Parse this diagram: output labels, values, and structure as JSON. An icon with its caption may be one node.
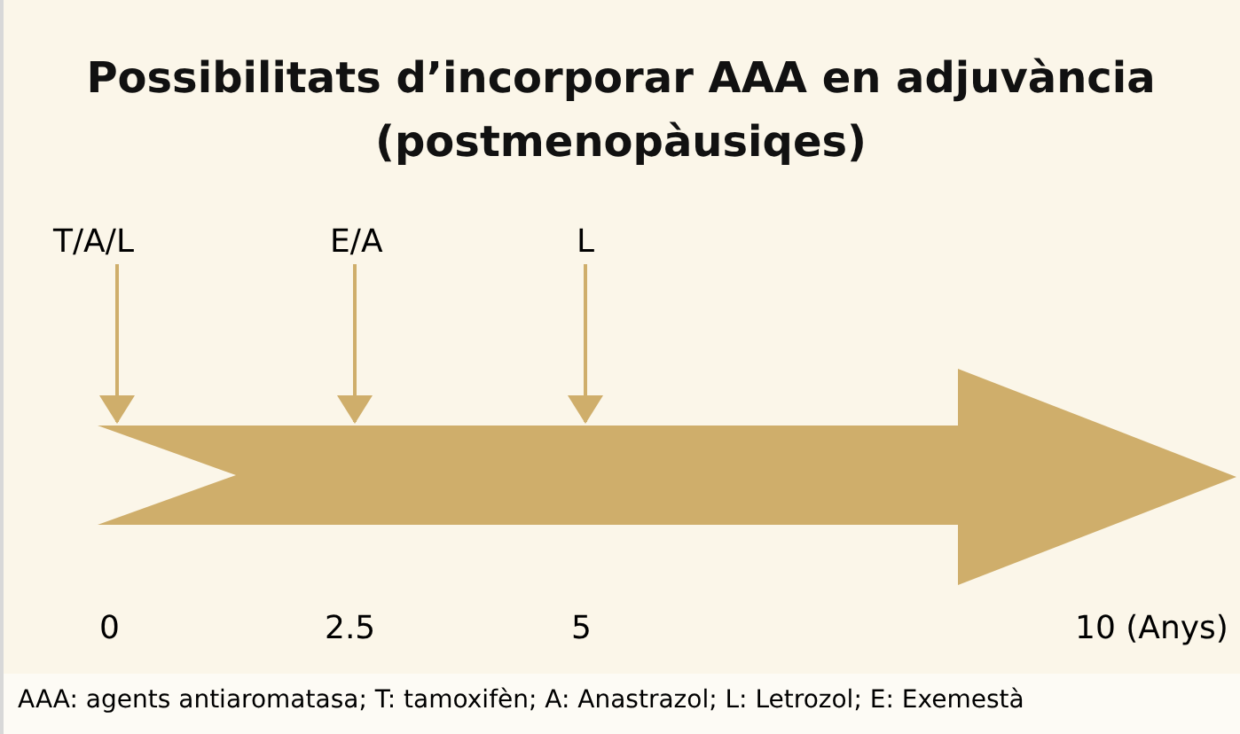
{
  "diagram": {
    "title": "Possibilitats d’incorporar AAA en adjuvància (postmenopàusiqes)",
    "caption": "AAA: agents antiaromatasa; T: tamoxifèn; A: Anastrazol; L: Letrozol; E: Exemestà",
    "nodes": [
      {
        "text": [
          "T/A/L"
        ]
      },
      {
        "text": [
          "E/A"
        ]
      },
      {
        "text": [
          "L"
        ]
      },
      {
        "text": [],
        "shape": "arrow"
      }
    ],
    "edges": [
      {
        "from": 0,
        "to": 3,
        "arrow": "to"
      },
      {
        "from": 1,
        "to": 3,
        "arrow": "to"
      },
      {
        "from": 2,
        "to": 3,
        "arrow": "to"
      }
    ],
    "labels": [
      "0",
      "2.5",
      "5",
      "10 (Anys)"
    ]
  }
}
